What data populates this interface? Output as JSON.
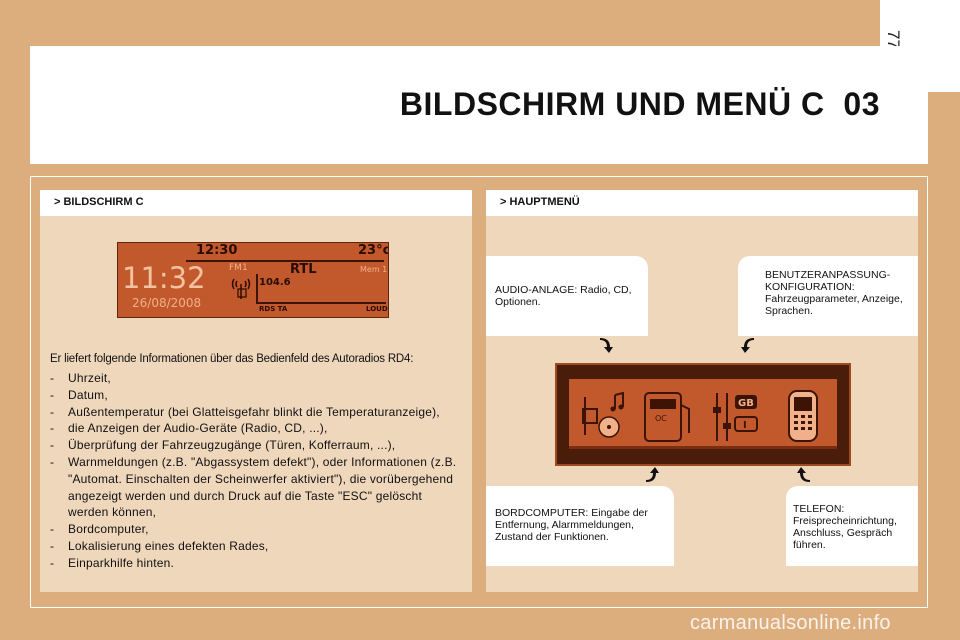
{
  "page": {
    "number": "77",
    "title": "BILDSCHIRM UND MENÜ C  03"
  },
  "left_panel": {
    "header": "> BILDSCHIRM C",
    "radio_display": {
      "clock": "11:32",
      "time": "12:30",
      "date": "26/08/2008",
      "temperature": "23°c",
      "band": "FM1",
      "station": "RTL",
      "memory": "Mem 1",
      "frequency": "104.6",
      "rds": "RDS TA",
      "loud": "LOUD"
    },
    "intro": "Er liefert folgende Informationen über das Bedienfeld des Autoradios RD4:",
    "items": [
      "Uhrzeit,",
      "Datum,",
      "Außentemperatur (bei Glatteisgefahr blinkt die Temperaturanzeige),",
      "die Anzeigen der Audio-Geräte (Radio, CD, ...),",
      "Überprüfung der Fahrzeugzugänge (Türen, Kofferraum, ...),",
      "Warnmeldungen (z.B. \"Abgassystem defekt\"), oder Informationen (z.B. \"Automat. Einschalten der Scheinwerfer aktiviert\"), die vorübergehend angezeigt werden und durch Druck auf die Taste \"ESC\" gelöscht werden können,",
      "Bordcomputer,",
      "Lokalisierung eines defekten Rades,",
      "Einparkhilfe hinten."
    ]
  },
  "right_panel": {
    "header": "> HAUPTMENÜ",
    "audio": "AUDIO-ANLAGE: Radio, CD, Optionen.",
    "config": "BENUTZERANPASSUNG-KONFIGURATION: Fahrzeugparameter, Anzeige, Sprachen.",
    "bordcomputer": "BORDCOMPUTER: Eingabe der Entfernung, Alarmmeldungen, Zustand der Funktionen.",
    "telefon": "TELEFON: Freisprecheinrichtung, Anschluss, Gespräch führen.",
    "menu_labels": {
      "gb": "GB",
      "i": "I",
      "oc": "OC"
    }
  },
  "icons": [
    "antenna-icon",
    "arrow-down-right-icon",
    "arrow-down-left-icon",
    "arrow-up-right-icon",
    "arrow-up-left-icon",
    "audio-menu-icon",
    "bordcomputer-menu-icon",
    "config-menu-icon",
    "telephone-menu-icon"
  ],
  "colors": {
    "background": "#dcae7e",
    "panel": "#efd7bc",
    "display": "#c2592d",
    "display_frame": "#4a1c0a"
  },
  "watermark": "carmanualsonline.info"
}
